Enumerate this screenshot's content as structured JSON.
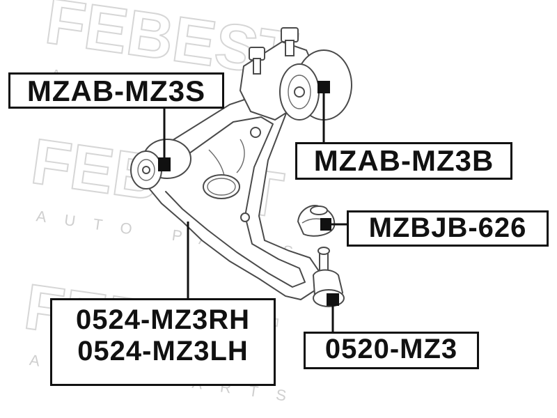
{
  "watermark": {
    "brand": "FEBEST",
    "tagline": "AUTO PARTS"
  },
  "labels": {
    "bushing_rear": "MZAB-MZ3S",
    "bushing_front": "MZAB-MZ3B",
    "ball_joint_boot": "MZBJB-626",
    "control_arm_right": "0524-MZ3RH",
    "control_arm_left": "0524-MZ3LH",
    "ball_joint": "0520-MZ3"
  }
}
